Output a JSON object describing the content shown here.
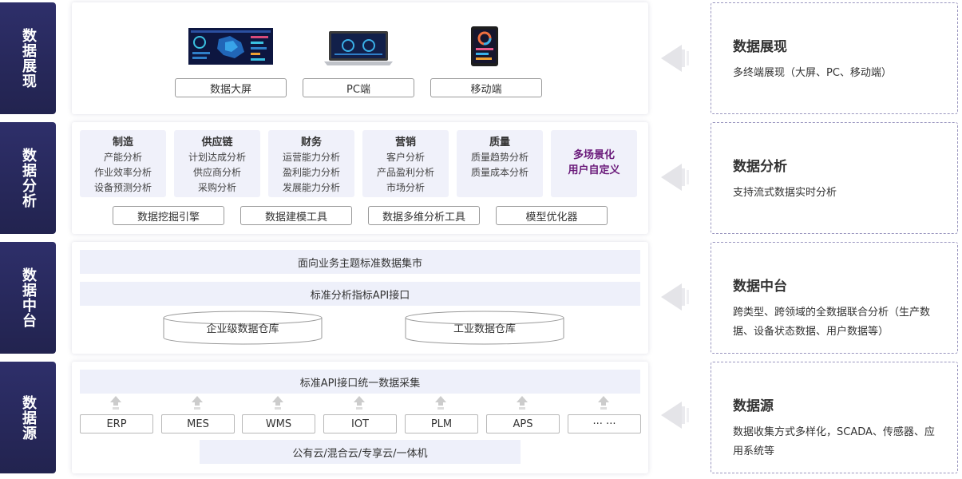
{
  "layers": [
    {
      "tab": "数据展现"
    },
    {
      "tab": "数据分析"
    },
    {
      "tab": "数据中台"
    },
    {
      "tab": "数据源"
    }
  ],
  "presentation": {
    "buttons": [
      "数据大屏",
      "PC端",
      "移动端"
    ]
  },
  "analysis": {
    "categories": [
      {
        "title": "制造",
        "items": [
          "产能分析",
          "作业效率分析",
          "设备预测分析"
        ]
      },
      {
        "title": "供应链",
        "items": [
          "计划达成分析",
          "供应商分析",
          "采购分析"
        ]
      },
      {
        "title": "财务",
        "items": [
          "运营能力分析",
          "盈利能力分析",
          "发展能力分析"
        ]
      },
      {
        "title": "营销",
        "items": [
          "客户分析",
          "产品盈利分析",
          "市场分析"
        ]
      },
      {
        "title": "质量",
        "items": [
          "质量趋势分析",
          "质量成本分析"
        ]
      }
    ],
    "special": [
      "多场景化",
      "用户自定义"
    ],
    "tools": [
      "数据挖掘引擎",
      "数据建模工具",
      "数据多维分析工具",
      "模型优化器"
    ]
  },
  "middle": {
    "bar1": "面向业务主题标准数据集市",
    "bar2": "标准分析指标API接口",
    "warehouses": [
      "企业级数据仓库",
      "工业数据仓库"
    ]
  },
  "source": {
    "bar": "标准API接口统一数据采集",
    "systems": [
      "ERP",
      "MES",
      "WMS",
      "IOT",
      "PLM",
      "APS",
      "··· ···"
    ],
    "cloud": "公有云/混合云/专享云/一体机"
  },
  "right": [
    {
      "title": "数据展现",
      "desc": "多终端展现（大屏、PC、移动端）"
    },
    {
      "title": "数据分析",
      "desc": "支持流式数据实时分析"
    },
    {
      "title": "数据中台",
      "desc": "跨类型、跨领域的全数据联合分析（生产数据、设备状态数据、用户数据等）"
    },
    {
      "title": "数据源",
      "desc": "数据收集方式多样化，SCADA、传感器、应用系统等"
    }
  ],
  "colors": {
    "tab_bg": "#2a2b5e",
    "accent_purple": "#6a1a7a",
    "light_bar": "#eef0fa"
  }
}
